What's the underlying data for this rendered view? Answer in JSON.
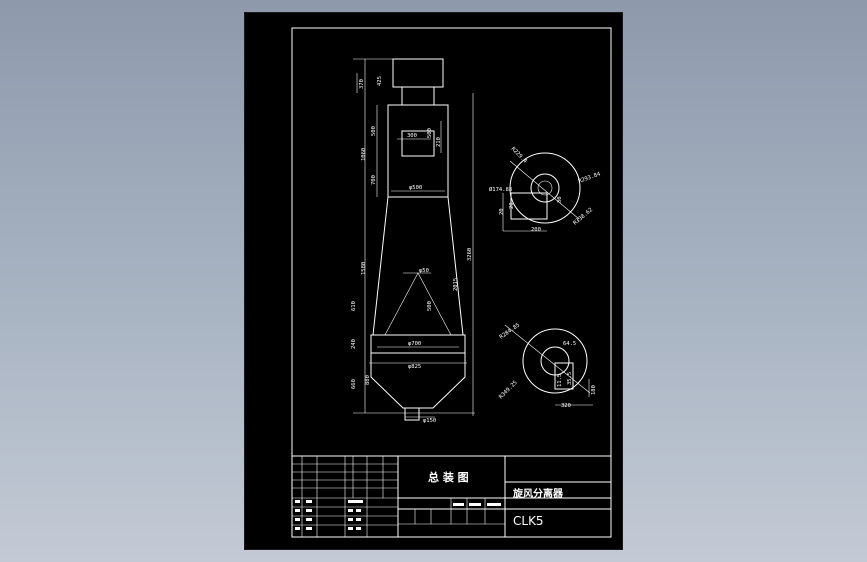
{
  "drawing": {
    "title_block": {
      "assembly_label": "总 装 图",
      "part_name": "旋风分离器",
      "drawing_code": "CLK5"
    },
    "main_view_dims": {
      "d425": "425",
      "d370": "370",
      "d500": "500",
      "d500b": "500",
      "d1060": "1060",
      "d700": "700",
      "d1580": "1580",
      "d610": "610",
      "d240": "240",
      "d660": "660",
      "d500c": "500",
      "d3260": "3260",
      "d2015": "2015",
      "d210": "210",
      "d880": "880",
      "dia500": "φ500",
      "dia700": "φ700",
      "dia825": "φ825",
      "dia150": "φ150",
      "dia50": "φ50",
      "d300": "300"
    },
    "top_view_dims": {
      "r1": "R229.4",
      "r2": "R293.84",
      "d174": "Ø174.88",
      "r3": "R338.62",
      "v20a": "20",
      "v20b": "20",
      "v200": "200",
      "v30": "30"
    },
    "bottom_view_dims": {
      "r1": "R284.85",
      "v645": "64.5",
      "r2": "R349.25",
      "v180": "180",
      "v320": "320",
      "v35": "35.5",
      "v11": "11.5"
    }
  }
}
